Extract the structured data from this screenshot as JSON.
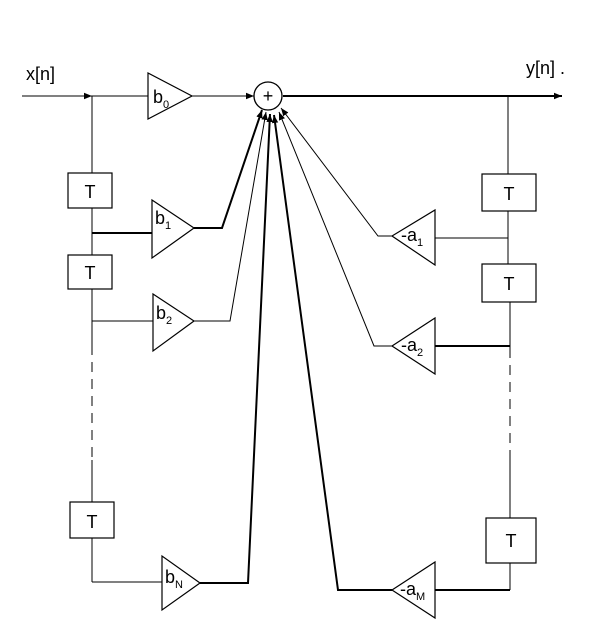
{
  "signals": {
    "input": "x[n]",
    "output": "y[n] ."
  },
  "adder": {
    "symbol": "+"
  },
  "delay": {
    "label": "T"
  },
  "gains": {
    "feedforward": [
      {
        "base": "b",
        "index": "0"
      },
      {
        "base": "b",
        "index": "1"
      },
      {
        "base": "b",
        "index": "2"
      },
      {
        "base": "b",
        "index": "N"
      }
    ],
    "feedback": [
      {
        "base": "-a",
        "index": "1"
      },
      {
        "base": "-a",
        "index": "2"
      },
      {
        "base": "-a",
        "index": "M"
      }
    ]
  }
}
